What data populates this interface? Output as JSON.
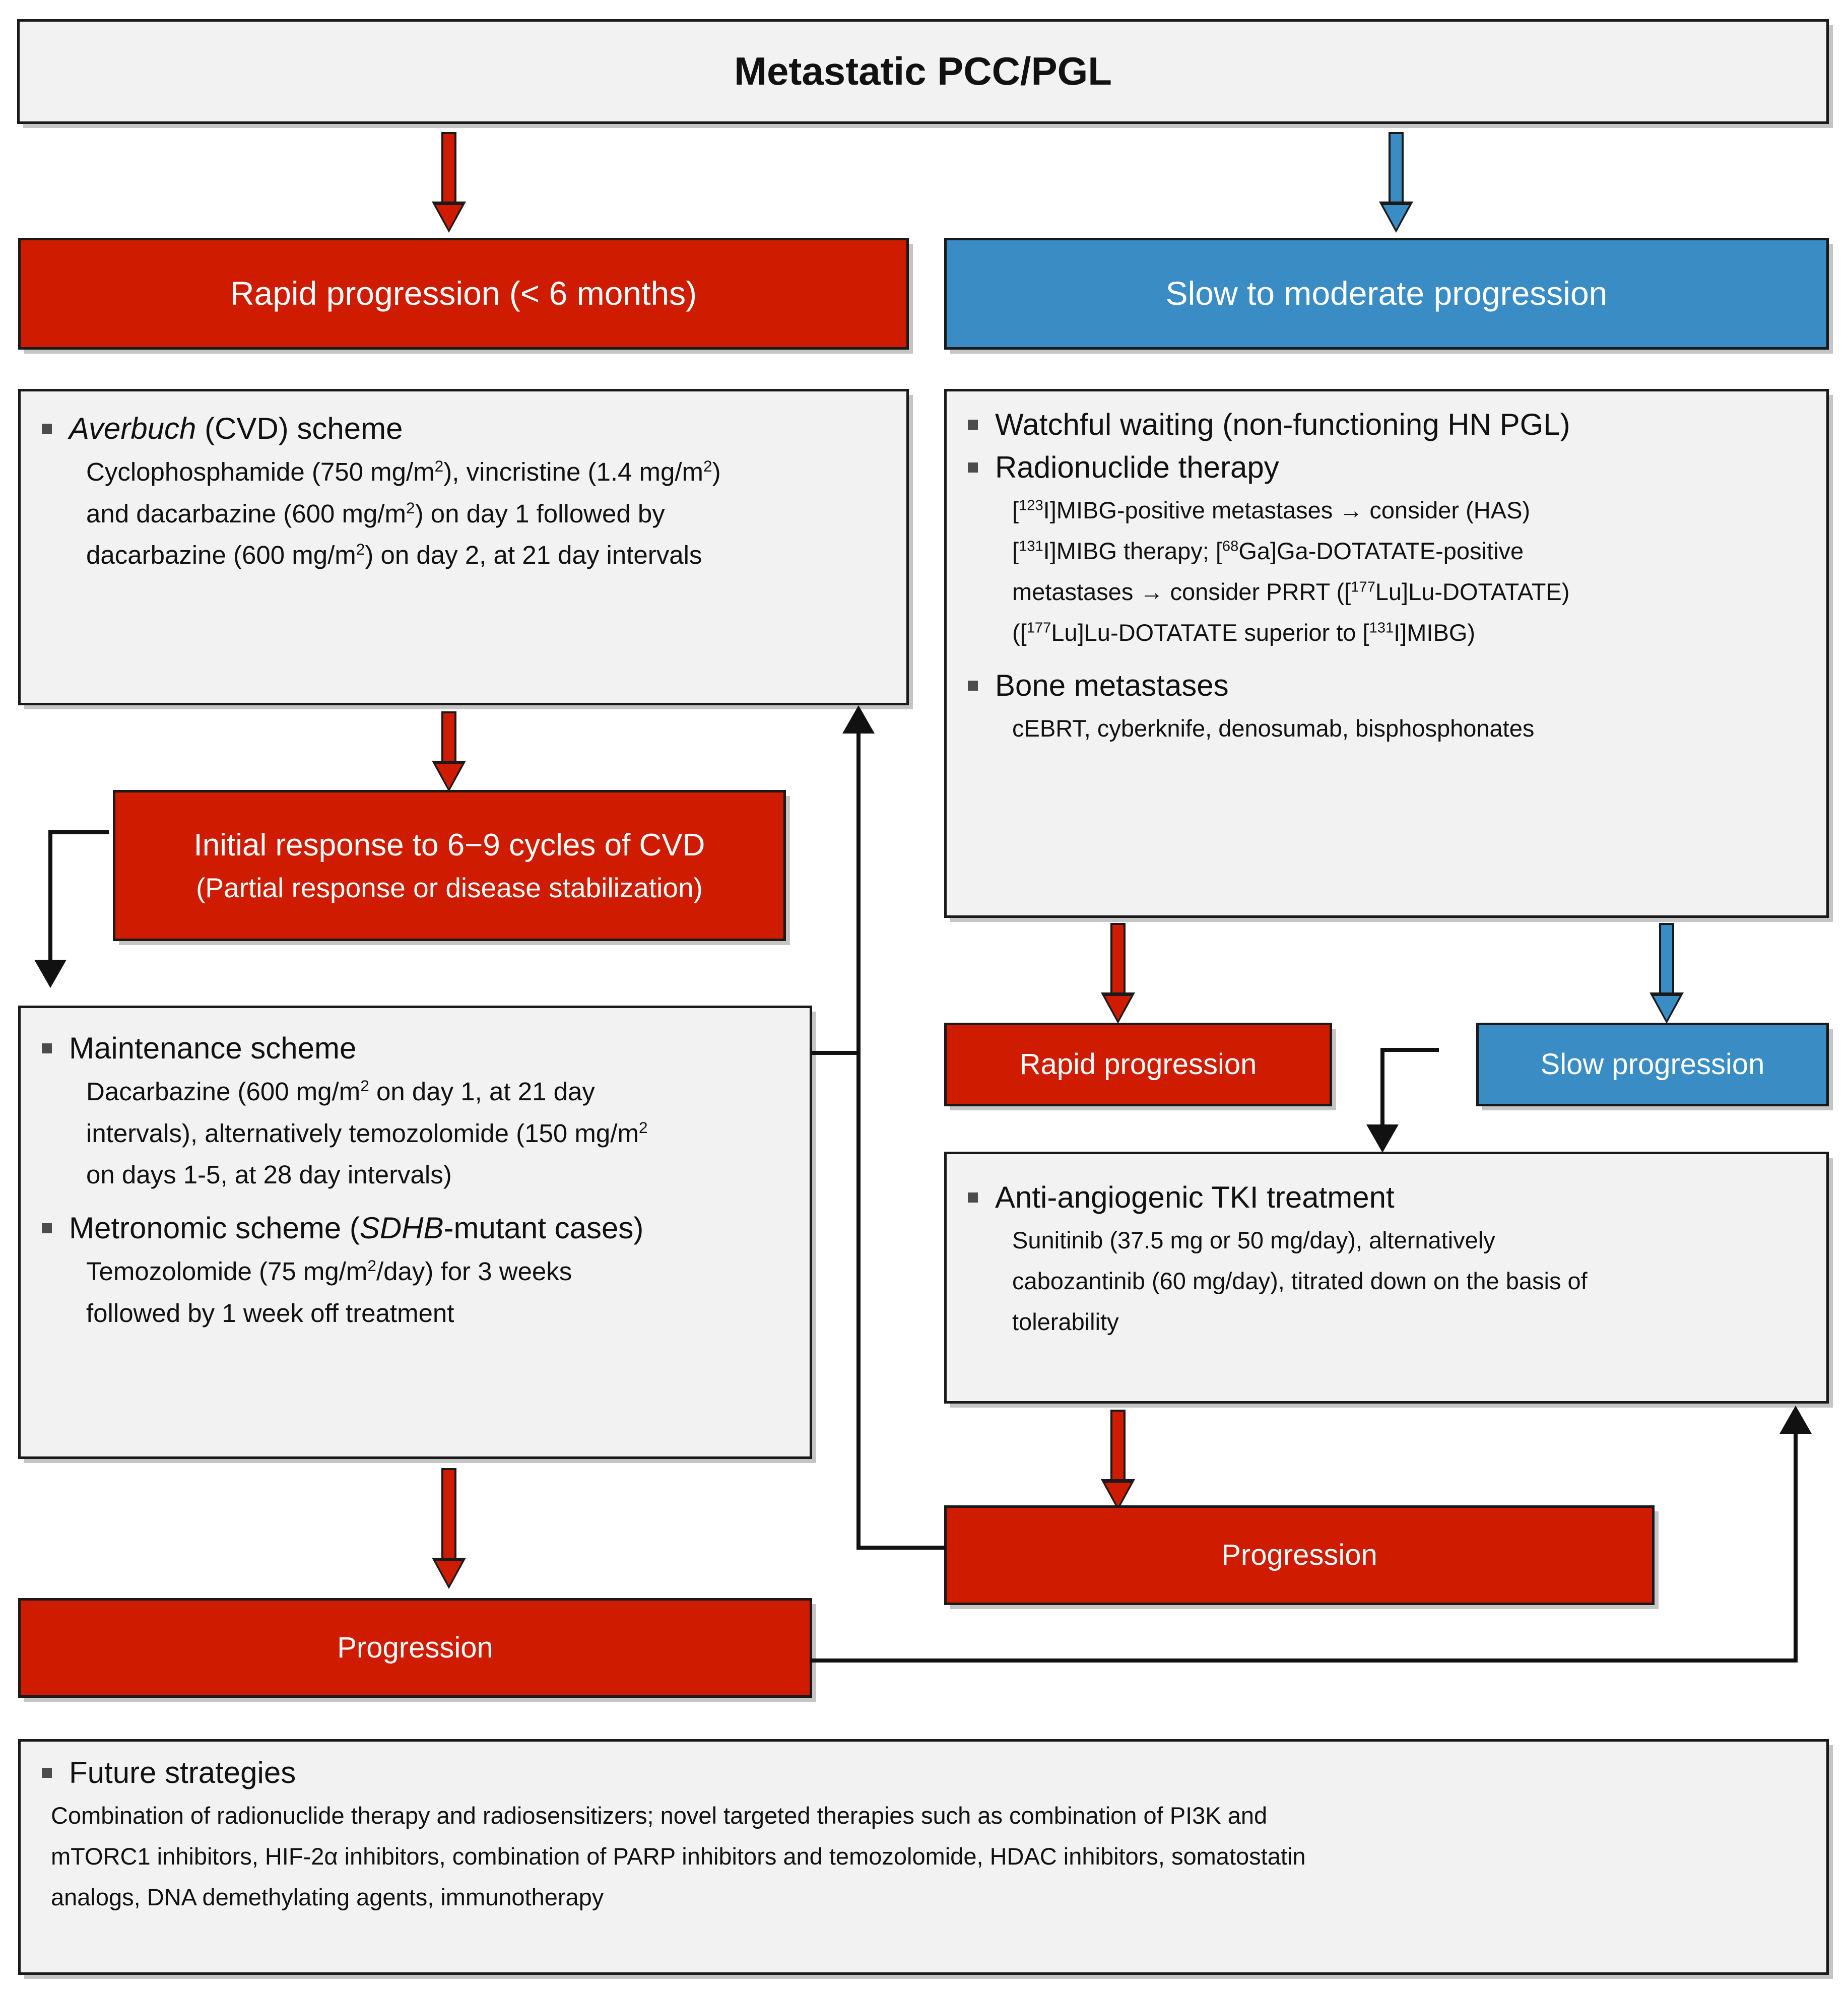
{
  "title": "Metastatic PCC/PGL",
  "colors": {
    "red": "#cf1c00",
    "blue": "#3a8cc5",
    "box_fill": "#f2f2f2",
    "border": "#1a1a1a",
    "white_text": "#ffffff"
  },
  "branches": {
    "rapid": "Rapid progression (< 6 months)",
    "slow": "Slow to moderate progression"
  },
  "left": {
    "averbuch": {
      "head_italic": "Averbuch",
      "head_rest": " (CVD) scheme",
      "line1_a": "Cyclophosphamide (750 mg/m",
      "line1_sup1": "2",
      "line1_b": "), vincristine (1.4 mg/m",
      "line1_sup2": "2",
      "line1_c": ")",
      "line2_a": "and dacarbazine (600 mg/m",
      "line2_sup": "2",
      "line2_b": ") on day 1 followed by",
      "line3_a": "dacarbazine (600 mg/m",
      "line3_sup": "2",
      "line3_b": ") on day 2, at 21 day intervals"
    },
    "initial_response": {
      "line1": "Initial response to 6−9 cycles of CVD",
      "line2": "(Partial response or disease stabilization)"
    },
    "maintenance": {
      "head": "Maintenance scheme",
      "line1_a": "Dacarbazine (600 mg/m",
      "line1_sup": "2",
      "line1_b": " on day 1, at 21 day",
      "line2_a": "intervals), alternatively temozolomide (150 mg/m",
      "line2_sup": "2",
      "line3": "on days 1-5, at 28 day intervals)"
    },
    "metronomic": {
      "head_a": "Metronomic scheme (",
      "head_italic": "SDHB",
      "head_b": "-mutant cases)",
      "line1_a": "Temozolomide (75 mg/m",
      "line1_sup": "2",
      "line1_b": "/day) for 3 weeks",
      "line2": "followed by 1 week off treatment"
    },
    "progression": "Progression"
  },
  "right": {
    "watchful_waiting": "Watchful waiting (non-functioning HN PGL)",
    "radionuclide": {
      "head": "Radionuclide therapy",
      "line1_pre": "[",
      "line1_sup": "123",
      "line1_post": "I]MIBG-positive metastases → consider (HAS)",
      "line2_pre": "[",
      "line2_sup_a": "131",
      "line2_mid": "I]MIBG therapy; [",
      "line2_sup_b": "68",
      "line2_post": "Ga]Ga-DOTATATE-positive",
      "line3_pre": "metastases → consider PRRT ([",
      "line3_sup": "177",
      "line3_post": "Lu]Lu-DOTATATE)",
      "line4_pre": "([",
      "line4_sup_a": "177",
      "line4_mid": "Lu]Lu-DOTATATE superior to [",
      "line4_sup_b": "131",
      "line4_post": "I]MIBG)"
    },
    "bone": {
      "head": "Bone metastases",
      "line1": "cEBRT, cyberknife, denosumab, bisphosphonates"
    },
    "rapid_progression": "Rapid progression",
    "slow_progression": "Slow progression",
    "tki": {
      "head": "Anti-angiogenic TKI treatment",
      "line1": "Sunitinib (37.5 mg or 50 mg/day), alternatively",
      "line2": "cabozantinib (60 mg/day), titrated down on the basis of",
      "line3": "tolerability"
    },
    "progression": "Progression"
  },
  "future": {
    "head": "Future strategies",
    "line1": "Combination of radionuclide therapy and radiosensitizers; novel targeted therapies such as combination of PI3K and",
    "line2": "mTORC1 inhibitors, HIF-2α inhibitors, combination of PARP inhibitors and temozolomide, HDAC inhibitors, somatostatin",
    "line3": "analogs, DNA demethylating agents, immunotherapy"
  }
}
